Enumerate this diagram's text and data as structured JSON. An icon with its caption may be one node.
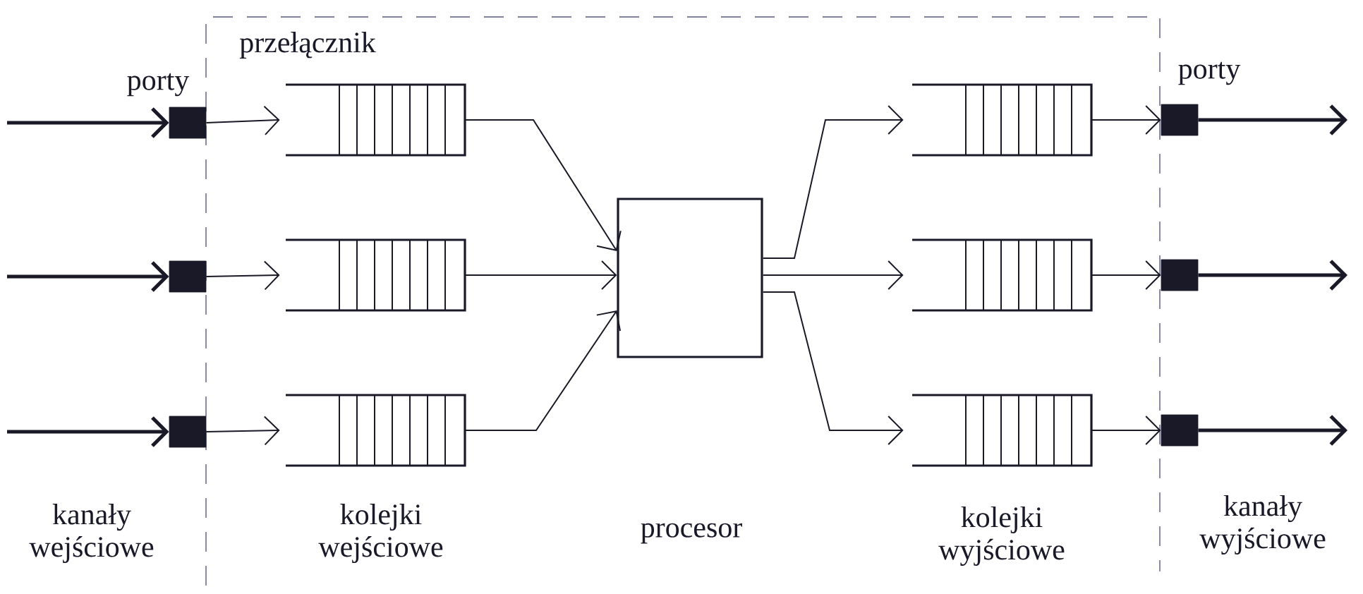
{
  "diagram": {
    "nodes": [
      {
        "text": [],
        "shape": "box"
      },
      {
        "text": [],
        "shape": "box"
      },
      {
        "text": [],
        "shape": "box"
      },
      {
        "text": [],
        "shape": "box"
      },
      {
        "text": [],
        "shape": "box"
      },
      {
        "text": [],
        "shape": "box"
      },
      {
        "text": [],
        "shape": "box"
      },
      {
        "text": [],
        "shape": "box"
      },
      {
        "text": [],
        "shape": "box"
      },
      {
        "text": [],
        "shape": "box"
      },
      {
        "text": [],
        "shape": "box"
      },
      {
        "text": [],
        "shape": "box"
      },
      {
        "text": [],
        "shape": "box"
      }
    ],
    "edges": [
      {
        "from": null,
        "to": 0,
        "arrow": "to",
        "style": "thick"
      },
      {
        "from": null,
        "to": 1,
        "arrow": "to",
        "style": "thick"
      },
      {
        "from": null,
        "to": 2,
        "arrow": "to",
        "style": "thick"
      },
      {
        "from": 0,
        "to": 3,
        "arrow": "to"
      },
      {
        "from": 1,
        "to": 4,
        "arrow": "to"
      },
      {
        "from": 2,
        "to": 5,
        "arrow": "to"
      },
      {
        "from": 3,
        "to": 6,
        "arrow": "to"
      },
      {
        "from": 4,
        "to": 6,
        "arrow": "to"
      },
      {
        "from": 5,
        "to": 6,
        "arrow": "to"
      },
      {
        "from": 6,
        "to": 7,
        "arrow": "to"
      },
      {
        "from": 6,
        "to": 8,
        "arrow": "to"
      },
      {
        "from": 6,
        "to": 9,
        "arrow": "to"
      },
      {
        "from": 7,
        "to": 10,
        "arrow": "to"
      },
      {
        "from": 8,
        "to": 11,
        "arrow": "to"
      },
      {
        "from": 9,
        "to": 12,
        "arrow": "to"
      },
      {
        "from": 10,
        "to": null,
        "arrow": "to",
        "style": "thick"
      },
      {
        "from": 11,
        "to": null,
        "arrow": "to",
        "style": "thick"
      },
      {
        "from": 12,
        "to": null,
        "arrow": "to",
        "style": "thick"
      }
    ],
    "labels": [
      "przełącznik",
      "porty",
      "porty",
      "kanały wejściowe",
      "kolejki wejściowe",
      "procesor",
      "kolejki wyjściowe",
      "kanały wyjściowe"
    ]
  }
}
